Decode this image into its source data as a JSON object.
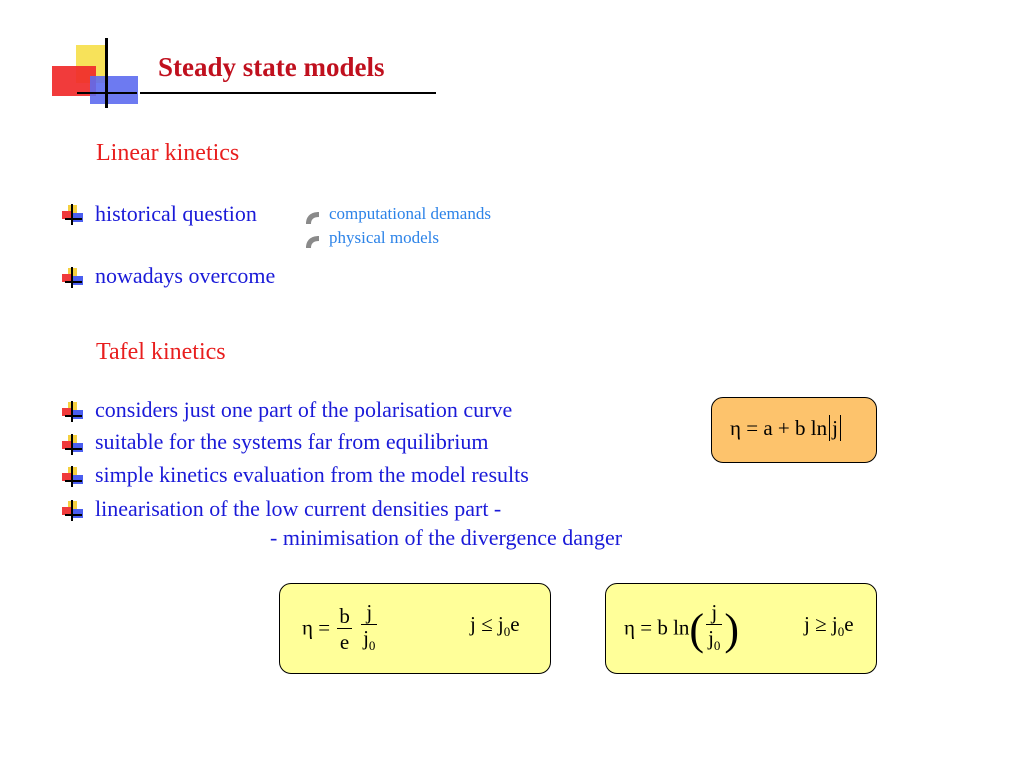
{
  "slide": {
    "title": "Steady state models",
    "linear": {
      "heading": "Linear kinetics",
      "bullets": [
        "historical question",
        "nowadays overcome"
      ],
      "sub_items": [
        "computational demands",
        "physical models"
      ]
    },
    "tafel": {
      "heading": "Tafel kinetics",
      "bullets": [
        "considers just one part of the polarisation curve",
        "suitable for the systems far from equilibrium",
        "simple kinetics evaluation from the model results",
        "linearisation of the low current densities part -"
      ],
      "continuation": "- minimisation of the divergence danger"
    },
    "equations": {
      "tafel_lhs": "η = a + b ln",
      "tafel_j": "j",
      "low_lhs": "η =",
      "low_b": "b",
      "low_e": "e",
      "low_j": "j",
      "low_j0": "j",
      "low_j0_sub": "0",
      "low_cond_pre": "j ≤ j",
      "low_cond_sub": "0",
      "low_cond_post": "e",
      "high_lhs": "η = b ln",
      "high_j": "j",
      "high_j0": "j",
      "high_j0_sub": "0",
      "high_cond_pre": "j ≥ j",
      "high_cond_sub": "0",
      "high_cond_post": "e"
    },
    "icons": {
      "logo": "color-squares-logo-icon",
      "bullet": "color-squares-bullet-icon",
      "sub_bullet": "curl-bullet-icon"
    },
    "colors": {
      "title": "#c0101e",
      "heading": "#e81e1e",
      "bullet_text": "#1a1ad8",
      "sub_text": "#2c83e8",
      "box_orange": "#fdc36c",
      "box_yellow": "#ffff99"
    }
  }
}
